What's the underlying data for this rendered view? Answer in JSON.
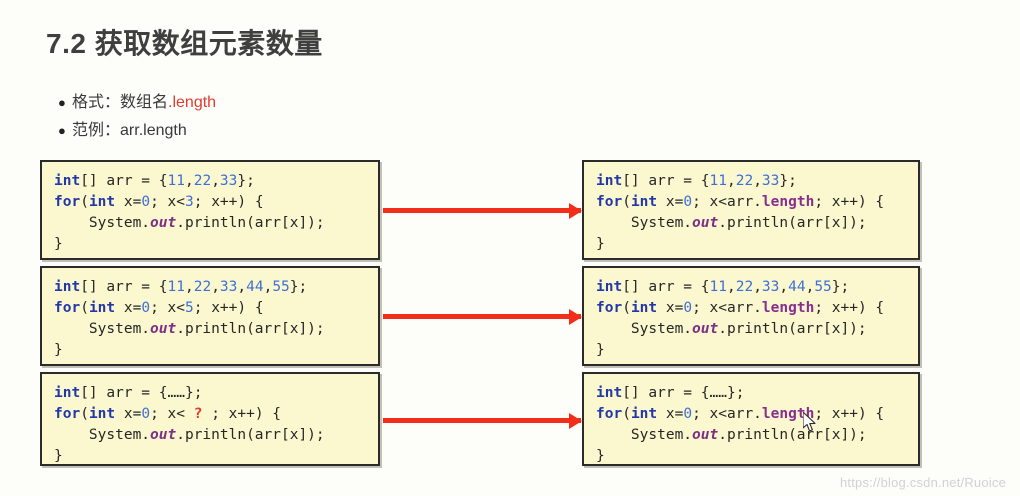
{
  "page_title": "7.2 获取数组元素数量",
  "bullets": [
    {
      "marker": "●",
      "label": "格式：",
      "value": "数组名",
      "accent": ".length"
    },
    {
      "marker": "●",
      "label": "范例：",
      "value": "arr.length",
      "accent": ""
    }
  ],
  "code_boxes": {
    "left": [
      {
        "id": "left-box-1",
        "lines": [
          {
            "segments": [
              {
                "t": "int",
                "c": "kw"
              },
              {
                "t": "[] arr = {",
                "c": "plain"
              },
              {
                "t": "11",
                "c": "num"
              },
              {
                "t": ",",
                "c": "plain"
              },
              {
                "t": "22",
                "c": "num"
              },
              {
                "t": ",",
                "c": "plain"
              },
              {
                "t": "33",
                "c": "num"
              },
              {
                "t": "};",
                "c": "plain"
              }
            ]
          },
          {
            "segments": [
              {
                "t": "for",
                "c": "kw"
              },
              {
                "t": "(",
                "c": "plain"
              },
              {
                "t": "int",
                "c": "kw"
              },
              {
                "t": " x=",
                "c": "plain"
              },
              {
                "t": "0",
                "c": "num"
              },
              {
                "t": "; x<",
                "c": "plain"
              },
              {
                "t": "3",
                "c": "num"
              },
              {
                "t": "; x++) {",
                "c": "plain"
              }
            ]
          },
          {
            "segments": [
              {
                "t": "    System.",
                "c": "plain"
              },
              {
                "t": "out",
                "c": "field"
              },
              {
                "t": ".println(arr[x]);",
                "c": "plain"
              }
            ]
          },
          {
            "segments": [
              {
                "t": "}",
                "c": "plain"
              }
            ]
          }
        ]
      },
      {
        "id": "left-box-2",
        "lines": [
          {
            "segments": [
              {
                "t": "int",
                "c": "kw"
              },
              {
                "t": "[] arr = {",
                "c": "plain"
              },
              {
                "t": "11",
                "c": "num"
              },
              {
                "t": ",",
                "c": "plain"
              },
              {
                "t": "22",
                "c": "num"
              },
              {
                "t": ",",
                "c": "plain"
              },
              {
                "t": "33",
                "c": "num"
              },
              {
                "t": ",",
                "c": "plain"
              },
              {
                "t": "44",
                "c": "num"
              },
              {
                "t": ",",
                "c": "plain"
              },
              {
                "t": "55",
                "c": "num"
              },
              {
                "t": "};",
                "c": "plain"
              }
            ]
          },
          {
            "segments": [
              {
                "t": "for",
                "c": "kw"
              },
              {
                "t": "(",
                "c": "plain"
              },
              {
                "t": "int",
                "c": "kw"
              },
              {
                "t": " x=",
                "c": "plain"
              },
              {
                "t": "0",
                "c": "num"
              },
              {
                "t": "; x<",
                "c": "plain"
              },
              {
                "t": "5",
                "c": "num"
              },
              {
                "t": "; x++) {",
                "c": "plain"
              }
            ]
          },
          {
            "segments": [
              {
                "t": "    System.",
                "c": "plain"
              },
              {
                "t": "out",
                "c": "field"
              },
              {
                "t": ".println(arr[x]);",
                "c": "plain"
              }
            ]
          },
          {
            "segments": [
              {
                "t": "}",
                "c": "plain"
              }
            ]
          }
        ]
      },
      {
        "id": "left-box-3",
        "lines": [
          {
            "segments": [
              {
                "t": "int",
                "c": "kw"
              },
              {
                "t": "[] arr = {……};",
                "c": "plain"
              }
            ]
          },
          {
            "segments": [
              {
                "t": "for",
                "c": "kw"
              },
              {
                "t": "(",
                "c": "plain"
              },
              {
                "t": "int",
                "c": "kw"
              },
              {
                "t": " x=",
                "c": "plain"
              },
              {
                "t": "0",
                "c": "num"
              },
              {
                "t": "; x< ",
                "c": "plain"
              },
              {
                "t": "?",
                "c": "qmark"
              },
              {
                "t": " ; x++) {",
                "c": "plain"
              }
            ]
          },
          {
            "segments": [
              {
                "t": "    System.",
                "c": "plain"
              },
              {
                "t": "out",
                "c": "field"
              },
              {
                "t": ".println(arr[x]);",
                "c": "plain"
              }
            ]
          },
          {
            "segments": [
              {
                "t": "}",
                "c": "plain"
              }
            ]
          }
        ]
      }
    ],
    "right": [
      {
        "id": "right-box-1",
        "lines": [
          {
            "segments": [
              {
                "t": "int",
                "c": "kw"
              },
              {
                "t": "[] arr = {",
                "c": "plain"
              },
              {
                "t": "11",
                "c": "num"
              },
              {
                "t": ",",
                "c": "plain"
              },
              {
                "t": "22",
                "c": "num"
              },
              {
                "t": ",",
                "c": "plain"
              },
              {
                "t": "33",
                "c": "num"
              },
              {
                "t": "};",
                "c": "plain"
              }
            ]
          },
          {
            "segments": [
              {
                "t": "for",
                "c": "kw"
              },
              {
                "t": "(",
                "c": "plain"
              },
              {
                "t": "int",
                "c": "kw"
              },
              {
                "t": " x=",
                "c": "plain"
              },
              {
                "t": "0",
                "c": "num"
              },
              {
                "t": "; x<arr.",
                "c": "plain"
              },
              {
                "t": "length",
                "c": "prop"
              },
              {
                "t": "; x++) {",
                "c": "plain"
              }
            ]
          },
          {
            "segments": [
              {
                "t": "    System.",
                "c": "plain"
              },
              {
                "t": "out",
                "c": "field"
              },
              {
                "t": ".println(arr[x]);",
                "c": "plain"
              }
            ]
          },
          {
            "segments": [
              {
                "t": "}",
                "c": "plain"
              }
            ]
          }
        ]
      },
      {
        "id": "right-box-2",
        "lines": [
          {
            "segments": [
              {
                "t": "int",
                "c": "kw"
              },
              {
                "t": "[] arr = {",
                "c": "plain"
              },
              {
                "t": "11",
                "c": "num"
              },
              {
                "t": ",",
                "c": "plain"
              },
              {
                "t": "22",
                "c": "num"
              },
              {
                "t": ",",
                "c": "plain"
              },
              {
                "t": "33",
                "c": "num"
              },
              {
                "t": ",",
                "c": "plain"
              },
              {
                "t": "44",
                "c": "num"
              },
              {
                "t": ",",
                "c": "plain"
              },
              {
                "t": "55",
                "c": "num"
              },
              {
                "t": "};",
                "c": "plain"
              }
            ]
          },
          {
            "segments": [
              {
                "t": "for",
                "c": "kw"
              },
              {
                "t": "(",
                "c": "plain"
              },
              {
                "t": "int",
                "c": "kw"
              },
              {
                "t": " x=",
                "c": "plain"
              },
              {
                "t": "0",
                "c": "num"
              },
              {
                "t": "; x<arr.",
                "c": "plain"
              },
              {
                "t": "length",
                "c": "prop"
              },
              {
                "t": "; x++) {",
                "c": "plain"
              }
            ]
          },
          {
            "segments": [
              {
                "t": "    System.",
                "c": "plain"
              },
              {
                "t": "out",
                "c": "field"
              },
              {
                "t": ".println(arr[x]);",
                "c": "plain"
              }
            ]
          },
          {
            "segments": [
              {
                "t": "}",
                "c": "plain"
              }
            ]
          }
        ]
      },
      {
        "id": "right-box-3",
        "lines": [
          {
            "segments": [
              {
                "t": "int",
                "c": "kw"
              },
              {
                "t": "[] arr = {……};",
                "c": "plain"
              }
            ]
          },
          {
            "segments": [
              {
                "t": "for",
                "c": "kw"
              },
              {
                "t": "(",
                "c": "plain"
              },
              {
                "t": "int",
                "c": "kw"
              },
              {
                "t": " x=",
                "c": "plain"
              },
              {
                "t": "0",
                "c": "num"
              },
              {
                "t": "; x<arr.",
                "c": "plain"
              },
              {
                "t": "length",
                "c": "prop"
              },
              {
                "t": "; x++) {",
                "c": "plain"
              }
            ]
          },
          {
            "segments": [
              {
                "t": "    System.",
                "c": "plain"
              },
              {
                "t": "out",
                "c": "field"
              },
              {
                "t": ".println(arr[x]);",
                "c": "plain"
              }
            ]
          },
          {
            "segments": [
              {
                "t": "}",
                "c": "plain"
              }
            ]
          }
        ]
      }
    ]
  },
  "arrows": [
    {
      "id": "arrow-1",
      "direction": "right"
    },
    {
      "id": "arrow-2",
      "direction": "right"
    },
    {
      "id": "arrow-3",
      "direction": "right"
    }
  ],
  "watermark": "https://blog.csdn.net/Ruoice",
  "colors": {
    "background": "#fdfdfa",
    "title": "#3f3f3f",
    "accent_red": "#e23b2e",
    "arrow_red": "#f22d19",
    "code_bg": "#fbf8cf",
    "code_border": "#2b2b2b",
    "keyword": "#2338a8",
    "number": "#3f6fd8",
    "field": "#7d2f86",
    "property": "#8a2d8f",
    "watermark": "#d2d2d2"
  }
}
